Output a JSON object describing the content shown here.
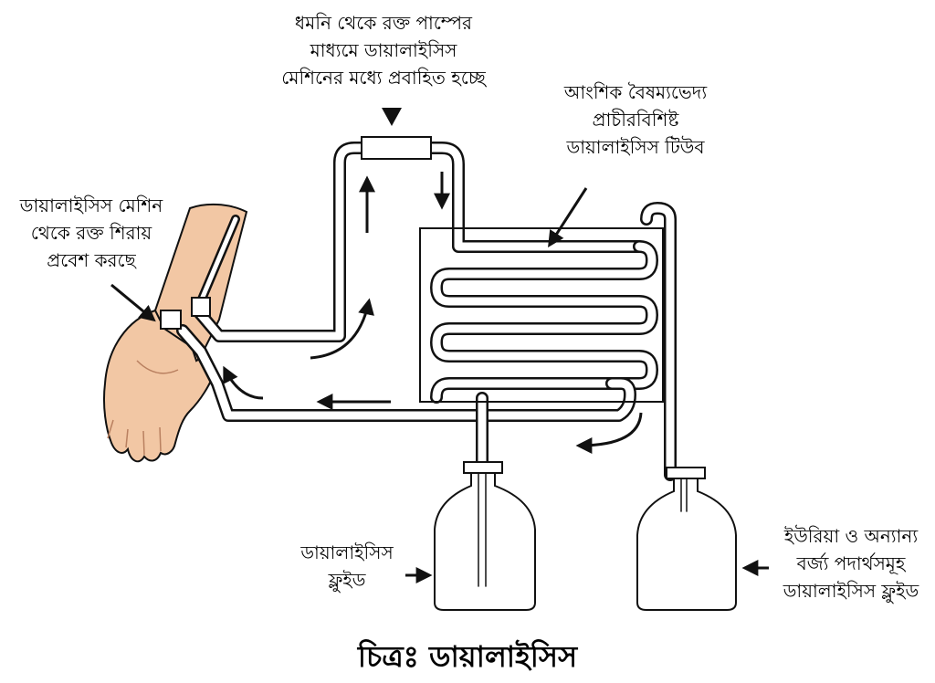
{
  "labels": {
    "pump_flow": [
      "ধমনি থেকে রক্ত পাম্পের",
      "মাধ্যমে ডায়ালাইসিস",
      "মেশিনের মধ্যে প্রবাহিত হচ্ছে"
    ],
    "tube": [
      "আংশিক বৈষম্যভেদ্য",
      "প্রাচীরবিশিষ্ট",
      "ডায়ালাইসিস টিউব"
    ],
    "vein_entry": [
      "ডায়ালাইসিস মেশিন",
      "থেকে রক্ত শিরায়",
      "প্রবেশ করছে"
    ],
    "dialysis_fluid": [
      "ডায়ালাইসিস",
      "ফ্লুইড"
    ],
    "waste_fluid": [
      "ইউরিয়া ও অন্যান্য",
      "বর্জ্য পদার্থসমূহ",
      "ডায়ালাইসিস ফ্লুইড"
    ]
  },
  "caption": "চিত্রঃ ডায়ালাইসিস",
  "colors": {
    "line": "#111111",
    "skin": "#f2c7a4",
    "skin_shade": "#dba27f",
    "background": "#ffffff"
  }
}
